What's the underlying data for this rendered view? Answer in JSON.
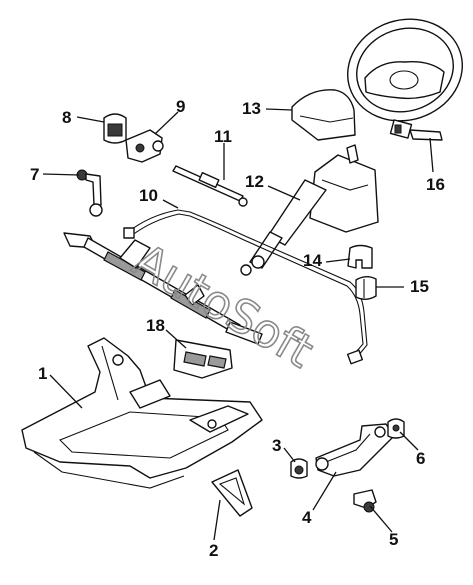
{
  "watermark": "AutoSoft",
  "callouts": [
    "1",
    "2",
    "3",
    "4",
    "5",
    "6",
    "7",
    "8",
    "9",
    "10",
    "11",
    "12",
    "13",
    "14",
    "15",
    "16",
    "18"
  ]
}
